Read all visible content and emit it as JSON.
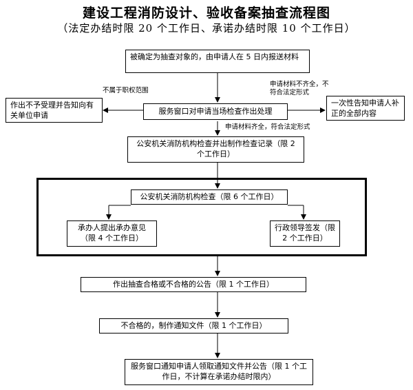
{
  "header": {
    "title": "建设工程消防设计、验收备案抽查流程图",
    "subtitle": "（法定办结时限 20 个工作日、承诺办结时限 10 个工作日）"
  },
  "nodes": {
    "submit": "被确定为抽查对象的，由申请人在 5 日内报送材料",
    "window_check": "服务窗口对申请当场检查作出处理",
    "reject": "作出不予受理并告知向有关单位申请",
    "notify_once": "一次性告知申请人补正的全部内容",
    "inspect_record": "公安机关消防机构检查并出制作检查记录（限 2 个工作日）",
    "inspect": "公安机关消防机构检查（限 6 个工作日）",
    "handler_opinion": "承办人提出承办意见（限 4 个工作日）",
    "leader_sign": "行政领导签发（限 2 个工作日）",
    "announce": "作出抽查合格或不合格的公告（限 1 个工作日）",
    "fail_notice": "不合格的，制作通知文件（限 1 个工作日）",
    "final_notice": "服务窗口通知申请人领取通知文件并公告（限 1 个工作日，不计算在承诺办结时限内）"
  },
  "edge_labels": {
    "not_in_scope": "不属于职权范围",
    "incomplete": "申请材料不齐全，不符合法定形式",
    "complete": "申请材料齐全，符合法定形式"
  }
}
